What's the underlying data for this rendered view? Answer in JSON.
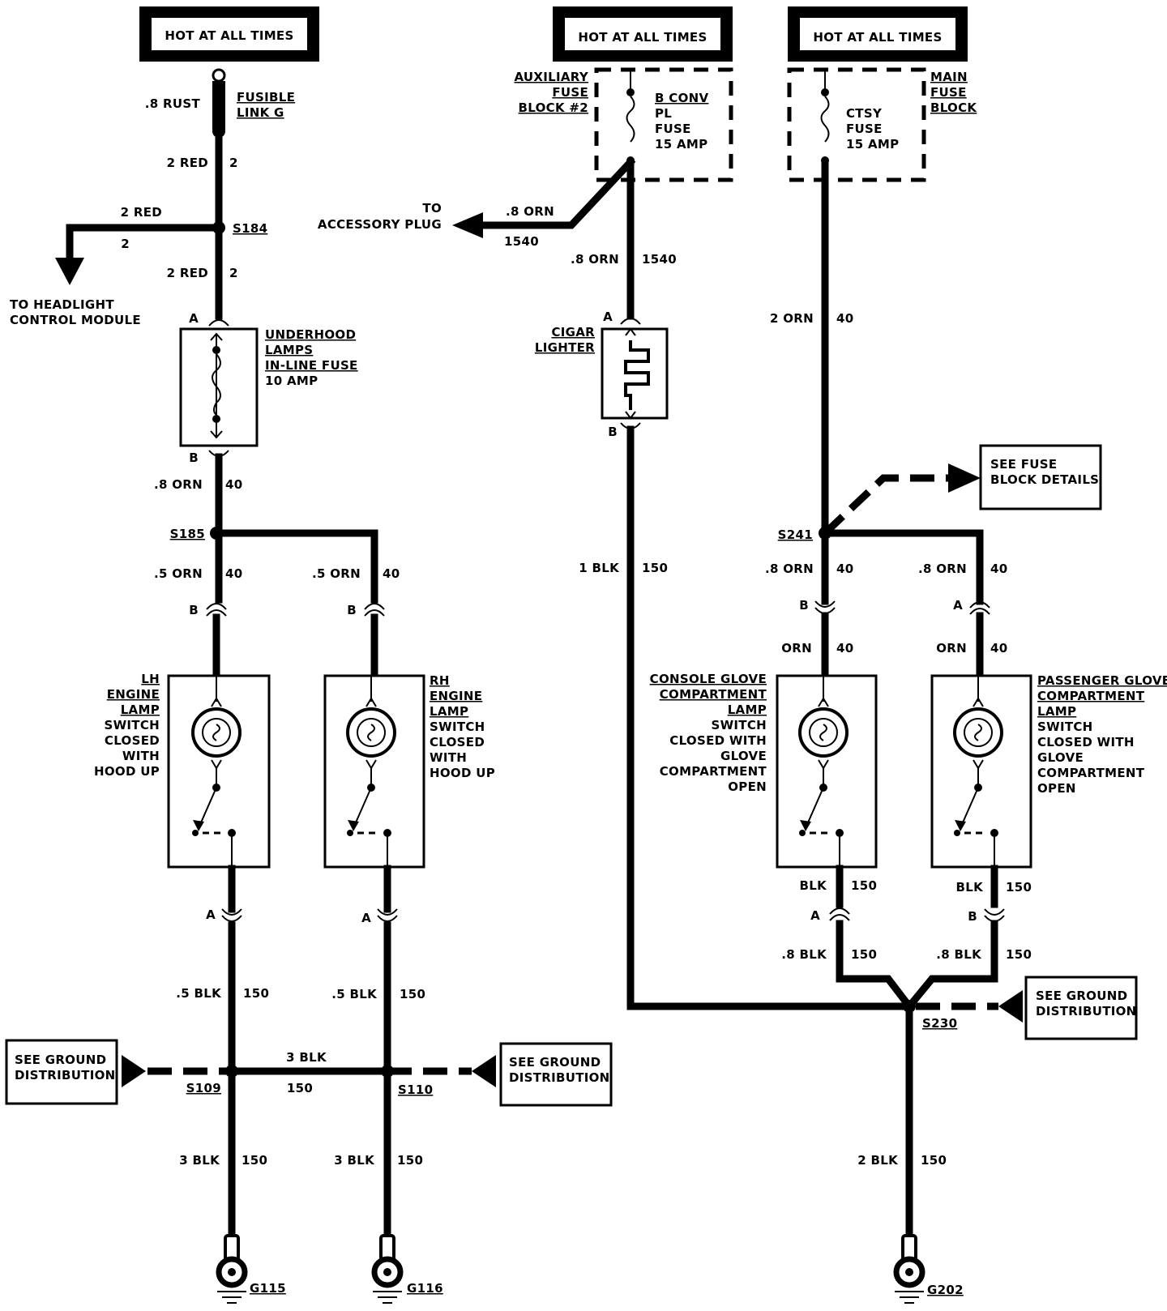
{
  "hot_labels": [
    "HOT AT ALL TIMES",
    "HOT AT ALL TIMES",
    "HOT AT ALL TIMES"
  ],
  "left": {
    "fusible_wire": ".8 RUST",
    "fusible_name": [
      "FUSIBLE",
      "LINK G"
    ],
    "w1": [
      "2 RED",
      "2"
    ],
    "s184_branch": [
      "2 RED",
      "2"
    ],
    "s184": "S184",
    "headlight": [
      "TO HEADLIGHT",
      "CONTROL MODULE"
    ],
    "w2": [
      "2 RED",
      "2"
    ],
    "conn_a": "A",
    "fuse_name": [
      "UNDERHOOD",
      "LAMPS",
      "IN-LINE FUSE",
      "10 AMP"
    ],
    "conn_b": "B",
    "w3": [
      ".8 ORN",
      "40"
    ],
    "s185": "S185",
    "w4": [
      ".5 ORN",
      "40"
    ],
    "w5": [
      ".5 ORN",
      "40"
    ],
    "conn_b1": "B",
    "conn_b2": "B",
    "lh_name": [
      "LH",
      "ENGINE",
      "LAMP",
      "SWITCH",
      "CLOSED",
      "WITH",
      "HOOD UP"
    ],
    "rh_name": [
      "RH",
      "ENGINE",
      "LAMP",
      "SWITCH",
      "CLOSED",
      "WITH",
      "HOOD UP"
    ],
    "conn_a1": "A",
    "conn_a2": "A",
    "w6": [
      ".5 BLK",
      "150"
    ],
    "w7": [
      ".5 BLK",
      "150"
    ],
    "ground_note1": [
      "SEE GROUND",
      "DISTRIBUTION"
    ],
    "ground_note2": [
      "SEE GROUND",
      "DISTRIBUTION"
    ],
    "s109": "S109",
    "s110": "S110",
    "mid_wire": [
      "3 BLK",
      "150"
    ],
    "w8": [
      "3 BLK",
      "150"
    ],
    "w9": [
      "3 BLK",
      "150"
    ],
    "g115": "G115",
    "g116": "G116"
  },
  "middle": {
    "aux_block": [
      "AUXILIARY",
      "FUSE",
      "BLOCK #2"
    ],
    "fuse_name": [
      "B CONV",
      "PL",
      "FUSE",
      "15 AMP"
    ],
    "accessory": [
      "TO",
      "ACCESSORY PLUG"
    ],
    "acc_wire": [
      ".8 ORN",
      "1540"
    ],
    "w1": [
      ".8 ORN",
      "1540"
    ],
    "conn_a": "A",
    "lighter": [
      "CIGAR",
      "LIGHTER"
    ],
    "conn_b": "B",
    "w2": [
      "1 BLK",
      "150"
    ]
  },
  "right": {
    "main_block": [
      "MAIN",
      "FUSE",
      "BLOCK"
    ],
    "fuse_name": [
      "CTSY",
      "FUSE",
      "15 AMP"
    ],
    "w1": [
      "2 ORN",
      "40"
    ],
    "fuse_details": [
      "SEE FUSE",
      "BLOCK DETAILS"
    ],
    "s241": "S241",
    "w2": [
      ".8 ORN",
      "40"
    ],
    "w3": [
      ".8 ORN",
      "40"
    ],
    "conn_b": "B",
    "conn_a": "A",
    "w4": [
      "ORN",
      "40"
    ],
    "w5": [
      "ORN",
      "40"
    ],
    "console_name": [
      "CONSOLE GLOVE",
      "COMPARTMENT",
      "LAMP",
      "SWITCH",
      "CLOSED WITH",
      "GLOVE",
      "COMPARTMENT",
      "OPEN"
    ],
    "passenger_name": [
      "PASSENGER GLOVE",
      "COMPARTMENT",
      "LAMP",
      "SWITCH",
      "CLOSED WITH",
      "GLOVE",
      "COMPARTMENT",
      "OPEN"
    ],
    "w6": [
      "BLK",
      "150"
    ],
    "w7": [
      "BLK",
      "150"
    ],
    "conn_a2": "A",
    "conn_b2": "B",
    "w8": [
      ".8 BLK",
      "150"
    ],
    "w9": [
      ".8 BLK",
      "150"
    ],
    "ground_note": [
      "SEE GROUND",
      "DISTRIBUTION"
    ],
    "s230": "S230",
    "w10": [
      "2 BLK",
      "150"
    ],
    "g202": "G202"
  }
}
